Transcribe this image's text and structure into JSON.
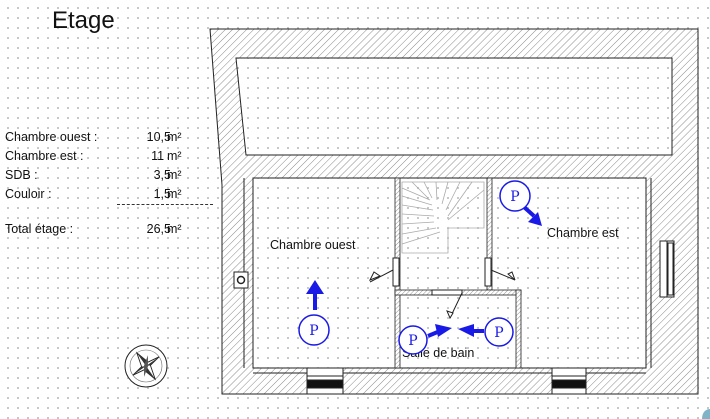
{
  "title": "Etage",
  "areas": [
    {
      "label": "Chambre ouest :",
      "value": "10,5",
      "unit": "m²"
    },
    {
      "label": "Chambre est :",
      "value": "11  ",
      "unit": "m²"
    },
    {
      "label": "SDB :",
      "value": "3,5",
      "unit": "m²"
    },
    {
      "label": "Couloir :",
      "value": "1,5",
      "unit": "m²"
    }
  ],
  "total": {
    "label": "Total étage :",
    "value": "26,5",
    "unit": "m²"
  },
  "rooms": {
    "west": "Chambre ouest",
    "east": "Chambre est",
    "bath": "Salle de bain"
  },
  "markers": {
    "label": "P",
    "color": "#1a1ae6"
  }
}
